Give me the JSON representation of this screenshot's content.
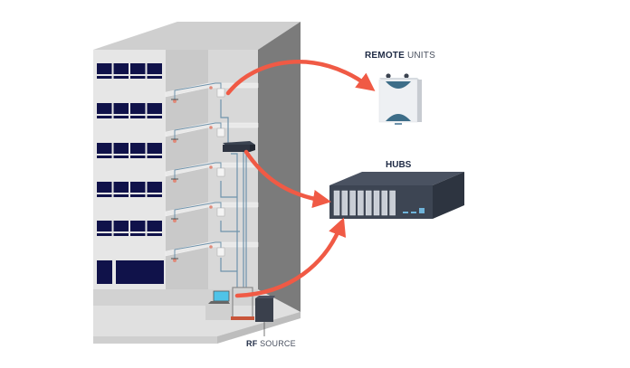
{
  "diagram": {
    "title": "Distributed antenna system in building",
    "labels": {
      "remote_units": {
        "bold": "REMOTE",
        "regular": " UNITS"
      },
      "hubs": "HUBS",
      "rf_source": {
        "bold": "RF",
        "regular": " SOURCE"
      }
    },
    "floors": 6,
    "windows_per_row": 4,
    "colors": {
      "arrow": "#f05a45",
      "window": "#10124a",
      "hub_body": "#3d4553",
      "hub_side": "#2d3440",
      "cable": "#6f93ac",
      "building_front": "#e4e4e4",
      "building_side": "#7d7d7d",
      "building_top": "#cccccc",
      "laptop_screen": "#4fc3e8",
      "label_bold": "#1e2a44",
      "label_regular": "#4a5160"
    },
    "connections": [
      {
        "from": "floor-antenna",
        "to": "remote-units"
      },
      {
        "from": "floor-hub",
        "to": "hubs"
      },
      {
        "from": "rf-source",
        "to": "hubs"
      }
    ]
  }
}
